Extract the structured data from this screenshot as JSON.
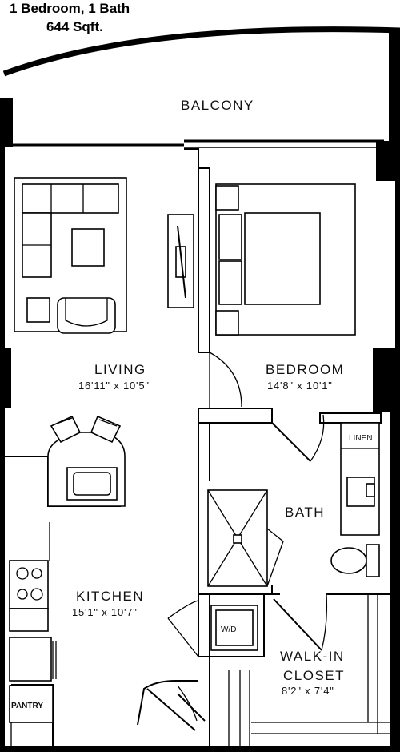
{
  "header": {
    "unit_type": "1 Bedroom, 1 Bath",
    "area": "644 Sqft."
  },
  "rooms": {
    "balcony": {
      "name": "BALCONY"
    },
    "living": {
      "name": "LIVING",
      "dimensions": "16'11\" x 10'5\""
    },
    "bedroom": {
      "name": "BEDROOM",
      "dimensions": "14'8\" x 10'1\""
    },
    "bath": {
      "name": "BATH"
    },
    "kitchen": {
      "name": "KITCHEN",
      "dimensions": "15'1\" x 10'7\""
    },
    "walk_in_closet": {
      "name_line1": "WALK-IN",
      "name_line2": "CLOSET",
      "dimensions": "8'2\" x 7'4\""
    }
  },
  "fixtures": {
    "linen": "LINEN",
    "washer_dryer": "W/D",
    "pantry": "PANTRY"
  }
}
